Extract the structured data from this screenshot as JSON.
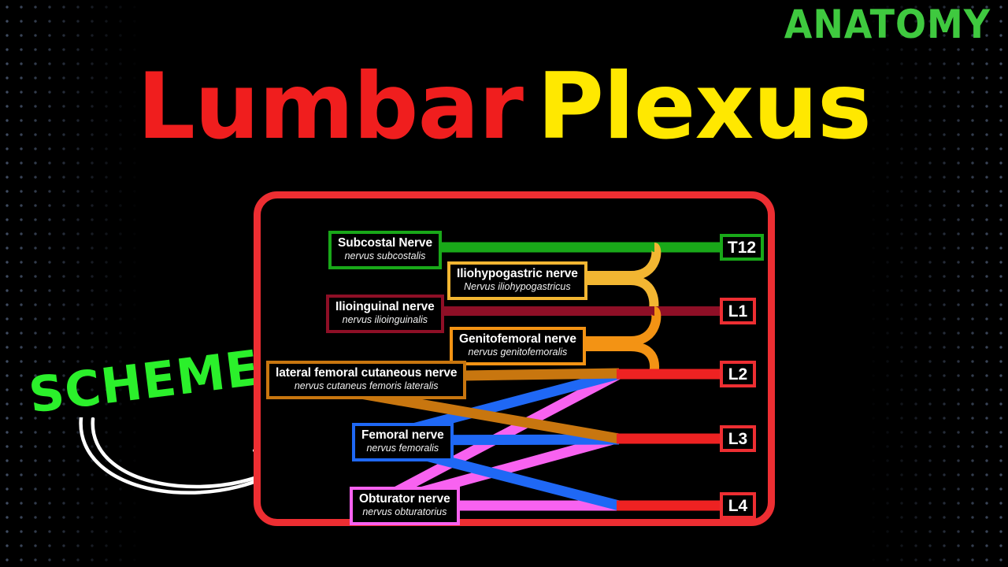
{
  "header": {
    "category_label": "ANATOMY",
    "title_word_1": "Lumbar",
    "title_word_2": "Plexus",
    "badge_label": "SCHEME"
  },
  "colors": {
    "background": "#000000",
    "frame_red": "#ed2e32",
    "anatomy_green": "#3fc93f",
    "scheme_green": "#2bf02b",
    "title_red": "#f01e1e",
    "title_yellow": "#ffe800",
    "subcostal_green": "#19a819",
    "iliohypogastric_orange": "#f2b632",
    "ilioinguinal_darkred": "#8e0f26",
    "genitofemoral_orange": "#f39314",
    "lateral_femoral_brown": "#c8760f",
    "femoral_blue": "#1f68f5",
    "obturator_magenta": "#f862f0",
    "spinal_red": "#ee2222",
    "dot_texture": "#46536b"
  },
  "diagram": {
    "nerves": [
      {
        "id": "subcostal",
        "name_en": "Subcostal Nerve",
        "name_la": "nervus subcostalis",
        "color": "#19a819",
        "connects_to": [
          "T12"
        ]
      },
      {
        "id": "iliohypogastric",
        "name_en": "Iliohypogastric nerve",
        "name_la": "Nervus iliohypogastricus",
        "color": "#f2b632",
        "connects_to": [
          "T12",
          "L1"
        ]
      },
      {
        "id": "ilioinguinal",
        "name_en": "Ilioinguinal nerve",
        "name_la": "nervus ilioinguinalis",
        "color": "#8e0f26",
        "connects_to": [
          "L1"
        ]
      },
      {
        "id": "genitofemoral",
        "name_en": "Genitofemoral nerve",
        "name_la": "nervus genitofemoralis",
        "color": "#f39314",
        "connects_to": [
          "L1",
          "L2"
        ]
      },
      {
        "id": "lateral-femoral-cutaneous",
        "name_en": "lateral femoral cutaneous nerve",
        "name_la": "nervus cutaneus femoris lateralis",
        "color": "#c8760f",
        "connects_to": [
          "L2",
          "L3"
        ]
      },
      {
        "id": "femoral",
        "name_en": "Femoral nerve",
        "name_la": "nervus femoralis",
        "color": "#1f68f5",
        "connects_to": [
          "L2",
          "L3",
          "L4"
        ]
      },
      {
        "id": "obturator",
        "name_en": "Obturator nerve",
        "name_la": "nervus obturatorius",
        "color": "#f862f0",
        "connects_to": [
          "L2",
          "L3",
          "L4"
        ]
      }
    ],
    "spinal_levels": [
      {
        "id": "T12",
        "label": "T12",
        "border": "#19a819"
      },
      {
        "id": "L1",
        "label": "L1",
        "border": "#ed2e32"
      },
      {
        "id": "L2",
        "label": "L2",
        "border": "#ed2e32"
      },
      {
        "id": "L3",
        "label": "L3",
        "border": "#ed2e32"
      },
      {
        "id": "L4",
        "label": "L4",
        "border": "#ed2e32"
      }
    ]
  }
}
